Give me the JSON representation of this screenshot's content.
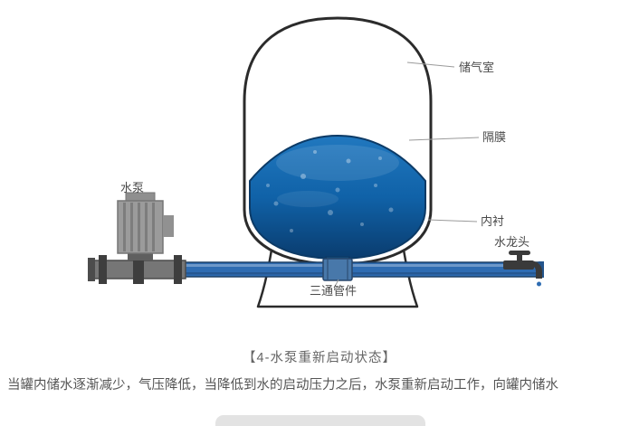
{
  "figure": {
    "caption": "【4-水泵重新启动状态】",
    "description": "当罐内储水逐渐减少，气压降低，当降低到水的启动压力之后，水泵重新启动工作，向罐内储水"
  },
  "diagram": {
    "labels": {
      "air_chamber": "储气室",
      "diaphragm": "隔膜",
      "liner": "内衬",
      "faucet": "水龙头",
      "pump": "水泵",
      "tee_fitting": "三通管件"
    },
    "colors": {
      "water_top": "#2178bf",
      "water_mid": "#1062a8",
      "water_bottom": "#0a3c6e",
      "pipe": "#2e6cb2",
      "tank_outline": "#2b2b2b",
      "pump_gray": "#9b9b9b",
      "metal_dark": "#3e3e3e",
      "label_line": "#9a9a9a",
      "label_text": "#4a4a4a"
    }
  }
}
